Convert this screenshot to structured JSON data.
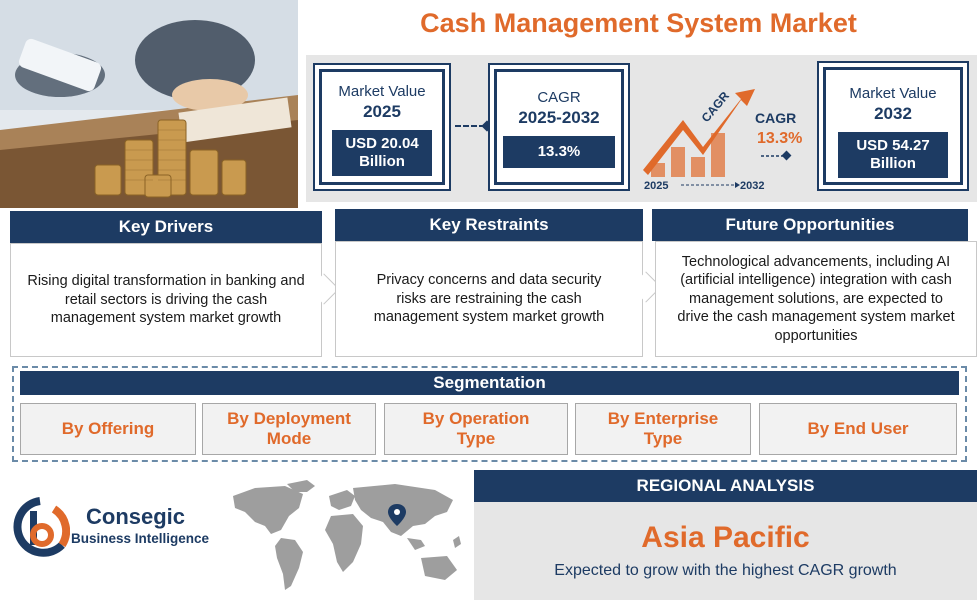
{
  "title": "Cash Management System Market",
  "metrics": {
    "market_value_2025": {
      "label": "Market Value",
      "year": "2025",
      "value": "USD 20.04 Billion"
    },
    "cagr": {
      "label": "CAGR",
      "year": "2025-2032",
      "value": "13.3%"
    },
    "market_value_2032": {
      "label": "Market Value",
      "year": "2032",
      "value": "USD 54.27 Billion"
    }
  },
  "cagr_graphic": {
    "arrow_text": "CAGR",
    "side_label": "CAGR",
    "side_value": "13.3%",
    "start_year": "2025",
    "end_year": "2032",
    "arrow_color": "#e06a2b"
  },
  "info_columns": [
    {
      "title": "Key Drivers",
      "text": "Rising digital transformation in banking and retail sectors is driving the cash management system market growth"
    },
    {
      "title": "Key Restraints",
      "text": "Privacy concerns and data security risks are restraining the cash management system market growth"
    },
    {
      "title": "Future Opportunities",
      "text": "Technological advancements, including AI (artificial intelligence) integration with cash management solutions, are expected to drive the cash management system market opportunities"
    }
  ],
  "segmentation": {
    "title": "Segmentation",
    "items": [
      "By Offering",
      "By Deployment Mode",
      "By Operation Type",
      "By Enterprise Type",
      "By End User"
    ]
  },
  "brand": {
    "name": "Consegic",
    "subtitle": "Business Intelligence"
  },
  "regional": {
    "title": "REGIONAL ANALYSIS",
    "region": "Asia Pacific",
    "description": "Expected to grow with the highest CAGR growth"
  },
  "colors": {
    "navy": "#1d3b63",
    "orange": "#e06a2b",
    "panel_gray": "#e6e6e6"
  },
  "icons": [
    "coin-stack-photo",
    "growth-arrow-icon",
    "consegic-logo-icon",
    "world-map-icon",
    "location-pin-icon"
  ]
}
